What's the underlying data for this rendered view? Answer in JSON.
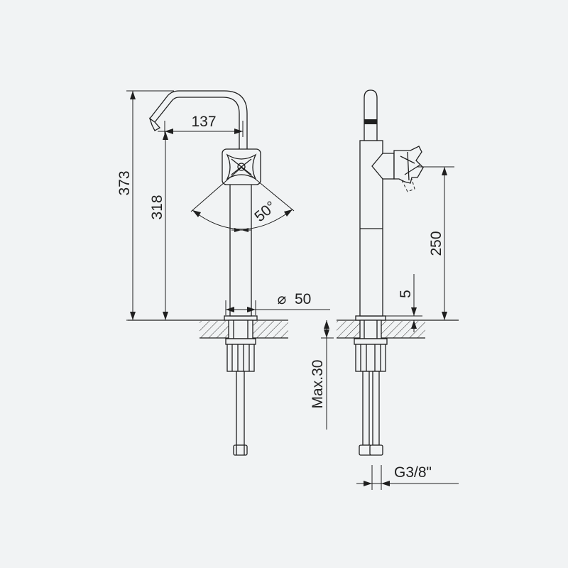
{
  "colors": {
    "background": "#f1f3f4",
    "line": "#1f1f1f"
  },
  "front_view": {
    "dimensions": {
      "spout_reach": "137",
      "total_height": "373",
      "spout_height": "318",
      "handle_angle": "50°",
      "base_diameter": "50"
    },
    "diameter_symbol": "⌀"
  },
  "side_view": {
    "dimensions": {
      "handle_height": "250",
      "base_height": "5",
      "max_deck_thickness": "Max.30",
      "connection_thread": "G3/8\""
    }
  }
}
